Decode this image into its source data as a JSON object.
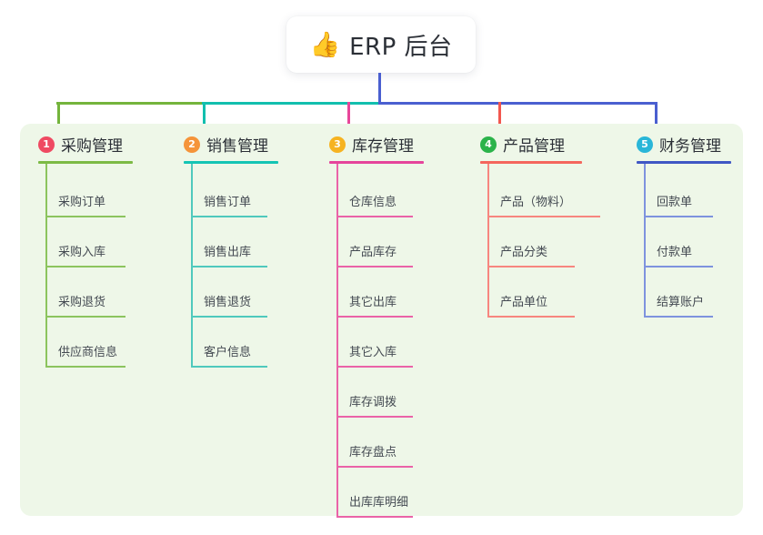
{
  "title": {
    "emoji": "👍",
    "emoji_name": "thumbs-up-icon",
    "text": "ERP 后台"
  },
  "colors": {
    "page_background": "#ffffff",
    "panel_background": "#eef7e8",
    "card_background": "#ffffff",
    "text": "#2b2f36",
    "leaf_text": "#444a52",
    "connector_green": "#74b43c",
    "connector_teal": "#12bfae",
    "connector_blue": "#4a5fd0",
    "connector_pink": "#e8469a",
    "connector_red": "#f2574f"
  },
  "columns": [
    {
      "index": "1",
      "badge_color": "#ef4a62",
      "title": "采购管理",
      "rule_color": "#7cba45",
      "line_color": "#8cc45e",
      "items": [
        "采购订单",
        "采购入库",
        "采购退货",
        "供应商信息"
      ]
    },
    {
      "index": "2",
      "badge_color": "#f5943a",
      "title": "销售管理",
      "rule_color": "#14c4b4",
      "line_color": "#4fc9bd",
      "items": [
        "销售订单",
        "销售出库",
        "销售退货",
        "客户信息"
      ]
    },
    {
      "index": "3",
      "badge_color": "#f6b321",
      "title": "库存管理",
      "rule_color": "#e5449b",
      "line_color": "#ea63a8",
      "items": [
        "仓库信息",
        "产品库存",
        "其它出库",
        "其它入库",
        "库存调拨",
        "库存盘点",
        "出库库明细"
      ]
    },
    {
      "index": "4",
      "badge_color": "#2bb34a",
      "title": "产品管理",
      "rule_color": "#f4665d",
      "line_color": "#f7867f",
      "items": [
        "产品（物料）",
        "产品分类",
        "产品单位"
      ]
    },
    {
      "index": "5",
      "badge_color": "#29b6d8",
      "title": "财务管理",
      "rule_color": "#3f57c4",
      "line_color": "#7e93de",
      "items": [
        "回款单",
        "付款单",
        "结算账户"
      ]
    }
  ]
}
